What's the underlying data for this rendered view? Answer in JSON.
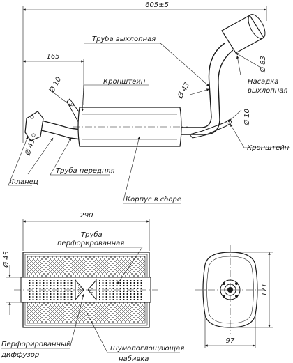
{
  "top_view": {
    "dimensions": {
      "overall_length": "605±5",
      "flange_offset": "165",
      "outlet_diameter": "Ø 83",
      "bracket_hole_left": "Ø 10",
      "bracket_hole_right": "Ø 10",
      "pipe_diameter_mid": "Ø 43",
      "pipe_diameter_front": "Ø 43"
    },
    "labels": {
      "exhaust_pipe": "Труба выхлопная",
      "bracket_left": "Кронштейн",
      "tip_line1": "Насадка",
      "tip_line2": "выхлопная",
      "bracket_right": "Кронштейн",
      "front_pipe": "Труба передняя",
      "flange": "Фланец",
      "body_assembly": "Корпус в сборе"
    }
  },
  "section_view": {
    "dimensions": {
      "body_length": "290",
      "inner_pipe_diameter": "Ø 45",
      "body_height": "171",
      "body_width": "97"
    },
    "labels": {
      "perforated_pipe_line1": "Труба",
      "perforated_pipe_line2": "перфорированная",
      "diffuser_line1": "Перфорированный",
      "diffuser_line2": "диффузор",
      "absorbent_line1": "Шумопоглощающая",
      "absorbent_line2": "набивка"
    }
  }
}
